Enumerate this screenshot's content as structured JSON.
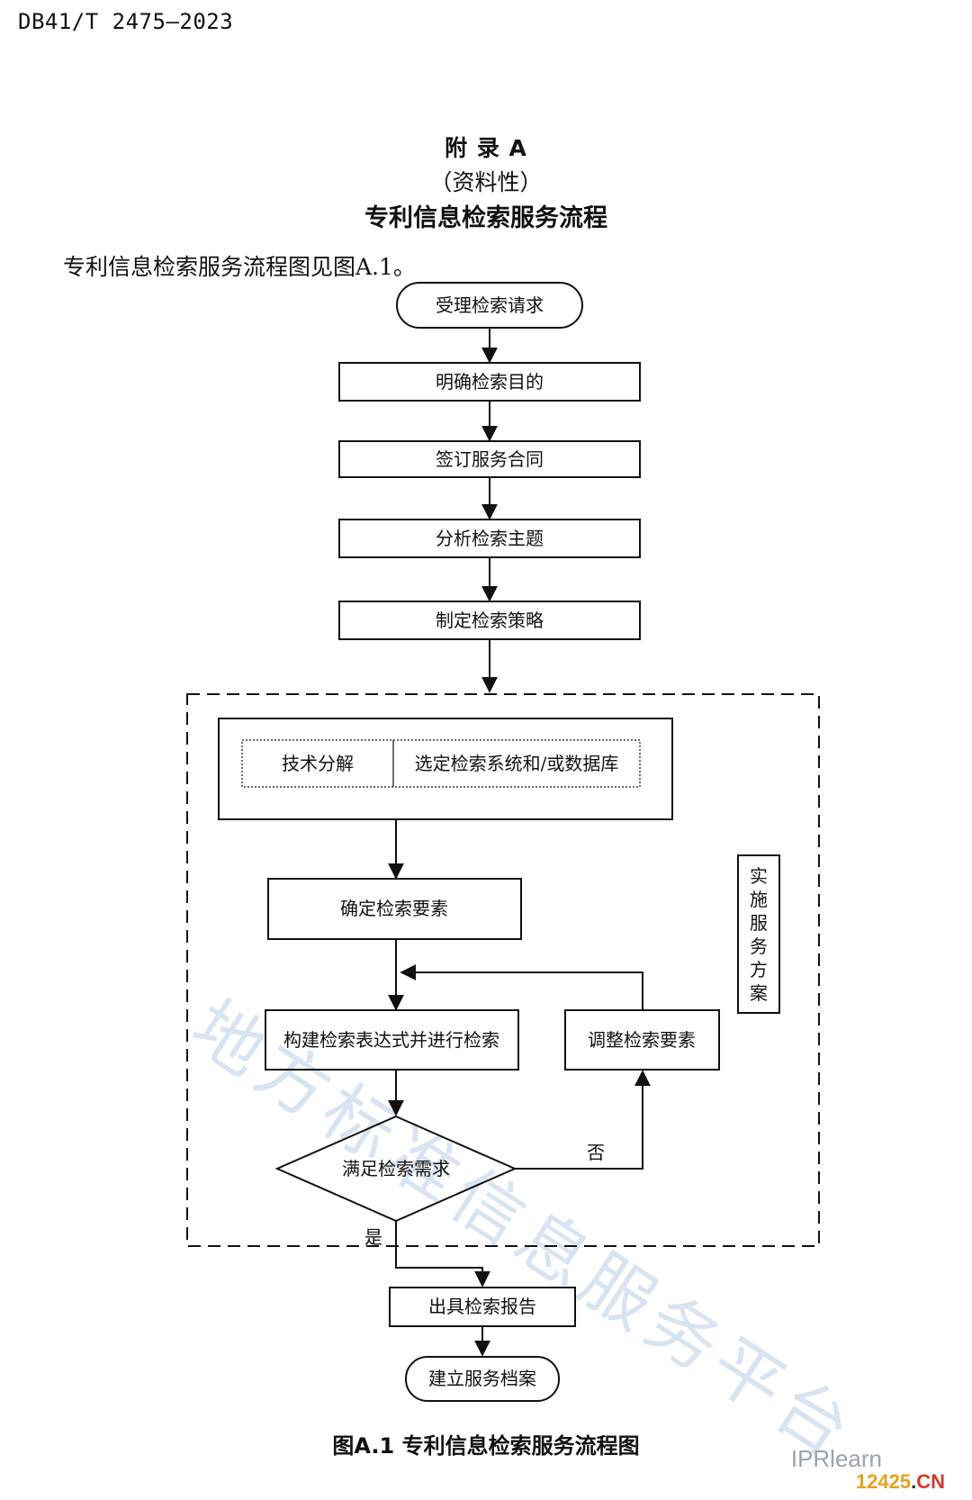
{
  "header": {
    "standard_no": "DB41/T 2475—2023"
  },
  "annex": {
    "label": "附 录 A",
    "nature": "（资料性）",
    "title": "专利信息检索服务流程"
  },
  "intro": "专利信息检索服务流程图见图A.1。",
  "flowchart": {
    "start": "受理检索请求",
    "step1": "明确检索目的",
    "step2": "签订服务合同",
    "step3": "分析检索主题",
    "step4": "制定检索策略",
    "sub_a": "技术分解",
    "sub_b": "选定检索系统和/或数据库",
    "step5": "确定检索要素",
    "step6": "构建检索表达式并进行检索",
    "adjust": "调整检索要素",
    "decision": "满足检索需求",
    "no_label": "否",
    "yes_label": "是",
    "group_label": "实施服务方案",
    "step7": "出具检索报告",
    "end": "建立服务档案"
  },
  "caption": "图A.1 专利信息检索服务流程图",
  "watermark": "地方标准信息服务平台",
  "credit": "IPRlearn",
  "site": {
    "num": "12425",
    "dot": ".",
    "cn": "CN"
  }
}
